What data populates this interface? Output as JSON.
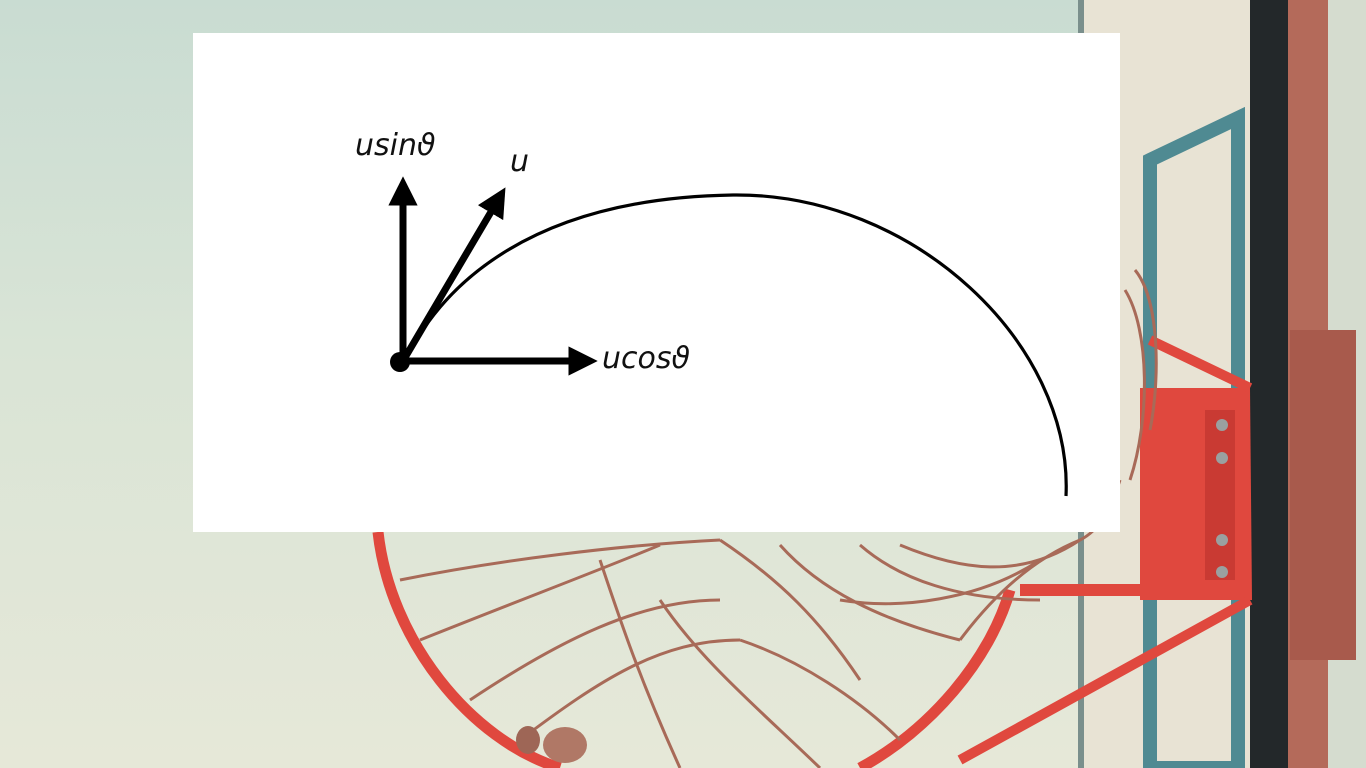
{
  "diagram": {
    "labels": {
      "vertical_component": "usinϑ",
      "velocity": "u",
      "horizontal_component": "ucosϑ"
    }
  },
  "colors": {
    "card_background": "#ffffff",
    "ink": "#000000",
    "hoop_red": "#e0483e",
    "net": "#a86a58",
    "backboard": "#e9e2d2",
    "backboard_frame": "#4f8a92",
    "sky": "#cfdfd5"
  }
}
